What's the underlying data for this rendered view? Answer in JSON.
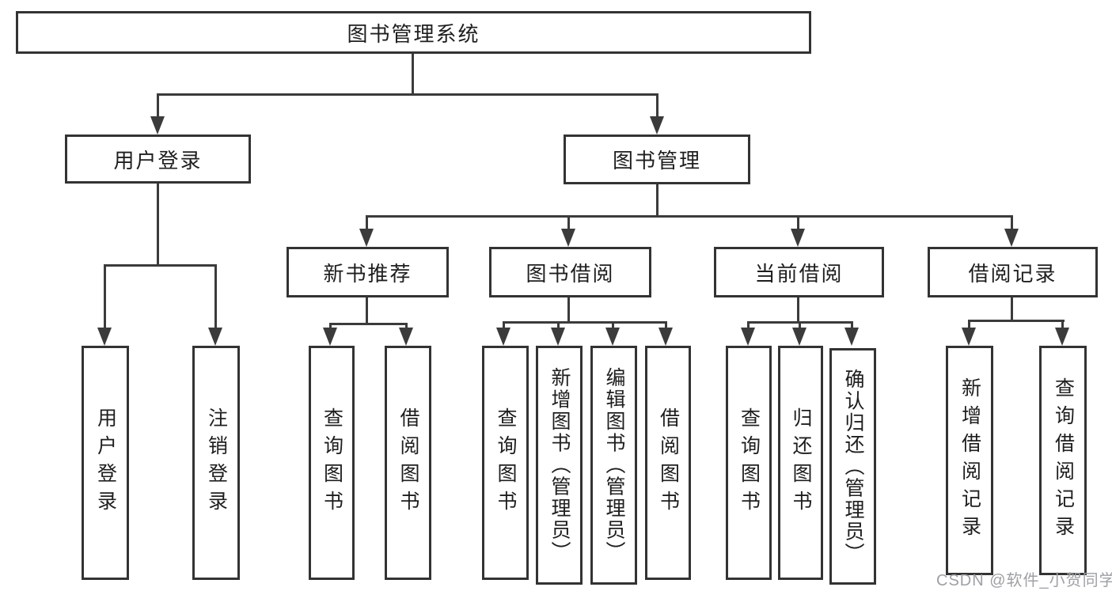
{
  "root": {
    "label": "图书管理系统"
  },
  "tree": [
    {
      "label": "用户登录",
      "children": [
        {
          "label": "用户登录"
        },
        {
          "label": "注销登录"
        }
      ]
    },
    {
      "label": "图书管理",
      "children": [
        {
          "label": "新书推荐",
          "children": [
            {
              "label": "查询图书"
            },
            {
              "label": "借阅图书"
            }
          ]
        },
        {
          "label": "图书借阅",
          "children": [
            {
              "label": "查询图书"
            },
            {
              "label": "新增图书（管理员）"
            },
            {
              "label": "编辑图书（管理员）"
            },
            {
              "label": "借阅图书"
            }
          ]
        },
        {
          "label": "当前借阅",
          "children": [
            {
              "label": "查询图书"
            },
            {
              "label": "归还图书"
            },
            {
              "label": "确认归还（管理员）"
            }
          ]
        },
        {
          "label": "借阅记录",
          "children": [
            {
              "label": "新增借阅记录"
            },
            {
              "label": "查询借阅记录"
            }
          ]
        }
      ]
    }
  ],
  "watermark": {
    "text": "CSDN @软件_小贺同学"
  },
  "colors": {
    "line": "#3b3b3b",
    "box_border": "#333333",
    "box_background": "#ffffff",
    "text": "#1e1e1e",
    "watermark": "#9ea0a4",
    "background": "#ffffff"
  }
}
